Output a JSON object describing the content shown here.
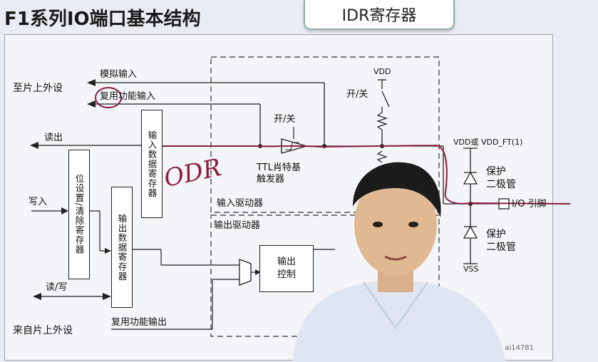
{
  "header": {
    "title": "F1系列IO端口基本结构",
    "tag": "IDR寄存器"
  },
  "labels": {
    "to_peripheral": "至片上外设",
    "analog_in": "模拟输入",
    "alt_in": "复用功能输入",
    "read_out": "读出",
    "write_in": "写入",
    "read_write": "读/写",
    "from_peripheral": "来自片上外设",
    "alt_out": "复用功能输出",
    "switch1": "开/关",
    "switch2": "开/关",
    "vdd": "VDD",
    "vdd_or": "VDD或 VDD_FT(1)",
    "ttl": "TTL肖特基\n触发器",
    "input_driver": "输入驱动器",
    "output_driver": "输出驱动器",
    "protect_top": "保护\n二极管",
    "protect_bottom": "保护\n二极管",
    "io_pin": "I/O 引脚",
    "vss": "VSS",
    "handwritten": "ODR"
  },
  "boxes": {
    "input_data_reg": "输入数据寄存器",
    "bit_set_clear_reg": "位设置/清除寄存器",
    "output_data_reg": "输出数据寄存器",
    "output_control": "输出\n控制"
  },
  "watermark": "ai14781",
  "colors": {
    "annotation": "#8b1d3c",
    "background": "#e9ecf2",
    "line": "#222222"
  }
}
